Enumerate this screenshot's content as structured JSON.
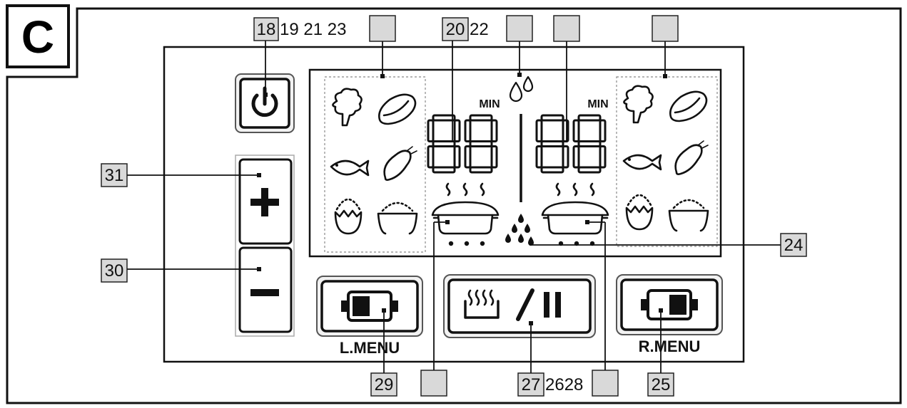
{
  "panel_letter": "C",
  "display": {
    "left_min_label": "MIN",
    "right_min_label": "MIN",
    "left_digits": "88",
    "right_digits": "88"
  },
  "buttons": {
    "left_menu_label": "L.MENU",
    "right_menu_label": "R.MENU"
  },
  "callouts": {
    "top": {
      "c18": "18",
      "c19_21_23": "19 21 23",
      "c20": "20",
      "c22": "22"
    },
    "left": {
      "c31": "31",
      "c30": "30"
    },
    "right": {
      "c24": "24"
    },
    "bottom": {
      "c29": "29",
      "c27": "27",
      "c26_28": "2628",
      "c25": "25"
    }
  }
}
